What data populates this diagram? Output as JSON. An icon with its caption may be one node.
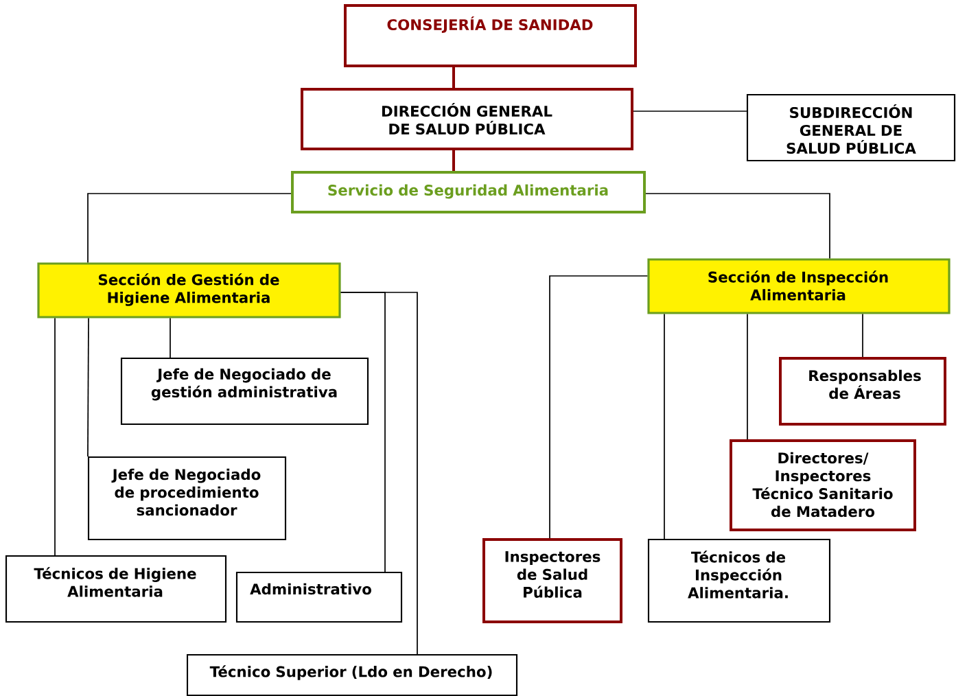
{
  "diagram": {
    "nodes": [
      {
        "text": [
          "CONSEJERÍA DE SANIDAD"
        ]
      },
      {
        "text": [
          "DIRECCIÓN GENERAL DE SALUD PÚBLICA"
        ]
      },
      {
        "text": [
          "SUBDIRECCIÓN GENERAL DE SALUD PÚBLICA"
        ]
      },
      {
        "text": [
          "Servicio de Seguridad Alimentaria"
        ]
      },
      {
        "text": [
          "Sección de Gestión de Higiene Alimentaria"
        ]
      },
      {
        "text": [
          "Sección de Inspección Alimentaria"
        ]
      },
      {
        "text": [
          "Jefe de Negociado de gestión administrativa"
        ]
      },
      {
        "text": [
          "Jefe de Negociado de procedimiento sancionador"
        ]
      },
      {
        "text": [
          "Técnicos de Higiene Alimentaria"
        ]
      },
      {
        "text": [
          "Administrativo"
        ]
      },
      {
        "text": [
          "Técnico Superior (Ldo en Derecho)"
        ]
      },
      {
        "text": [
          "Responsables de Áreas"
        ]
      },
      {
        "text": [
          "Directores/ Inspectores Técnico Sanitario de Matadero"
        ]
      },
      {
        "text": [
          "Inspectores de Salud Pública"
        ]
      },
      {
        "text": [
          "Técnicos de Inspección Alimentaria."
        ]
      }
    ],
    "edges": [
      {
        "from": 0,
        "to": 1,
        "arrow": "none",
        "style": "thick",
        "color": "#8b0000"
      },
      {
        "from": 1,
        "to": 2,
        "arrow": "none"
      },
      {
        "from": 1,
        "to": 3,
        "arrow": "none",
        "style": "thick",
        "color": "#8b0000"
      },
      {
        "from": 3,
        "to": 4,
        "arrow": "none"
      },
      {
        "from": 3,
        "to": 5,
        "arrow": "none"
      },
      {
        "from": 4,
        "to": 6,
        "arrow": "none"
      },
      {
        "from": 4,
        "to": 7,
        "arrow": "none"
      },
      {
        "from": 4,
        "to": 8,
        "arrow": "none"
      },
      {
        "from": 4,
        "to": 9,
        "arrow": "none"
      },
      {
        "from": 4,
        "to": 10,
        "arrow": "none"
      },
      {
        "from": 5,
        "to": 13,
        "arrow": "none"
      },
      {
        "from": 5,
        "to": 14,
        "arrow": "none"
      },
      {
        "from": 5,
        "to": 12,
        "arrow": "none"
      },
      {
        "from": 5,
        "to": 11,
        "arrow": "none"
      }
    ]
  }
}
